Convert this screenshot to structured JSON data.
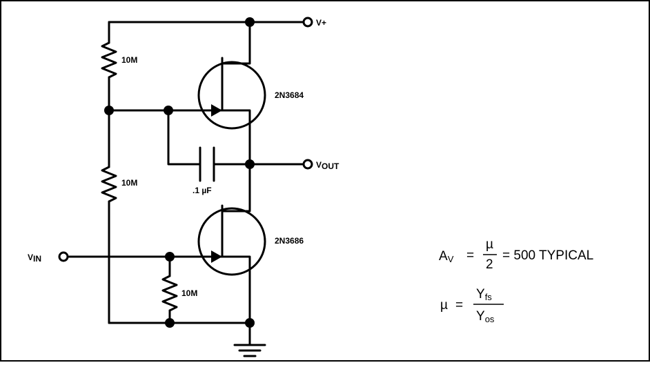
{
  "labels": {
    "v_plus": "V+",
    "v_out_main": "V",
    "v_out_sub": "OUT",
    "v_in_main": "V",
    "v_in_sub": "IN",
    "r_top": "10M",
    "r_mid": "10M",
    "r_bot": "10M",
    "capacitor": ".1 µF",
    "q_top": "2N3684",
    "q_bot": "2N3686"
  },
  "equations": {
    "av_lhs_main": "A",
    "av_lhs_sub": "V",
    "equals": "=",
    "mu": "µ",
    "two": "2",
    "av_result": "= 500 TYPICAL",
    "mu_lhs": "µ",
    "yfs_main": "Y",
    "yfs_sub": "fs",
    "yos_main": "Y",
    "yos_sub": "os"
  }
}
